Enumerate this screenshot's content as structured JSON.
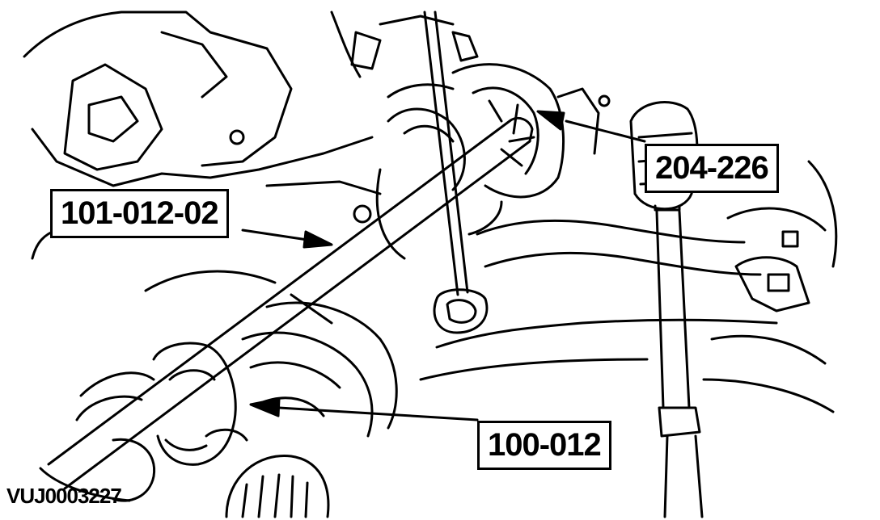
{
  "callouts": {
    "tool_101": "101-012-02",
    "tool_204": "204-226",
    "tool_100": "100-012"
  },
  "reference_code": "VUJ0003227",
  "colors": {
    "line": "#000000",
    "background": "#ffffff"
  }
}
